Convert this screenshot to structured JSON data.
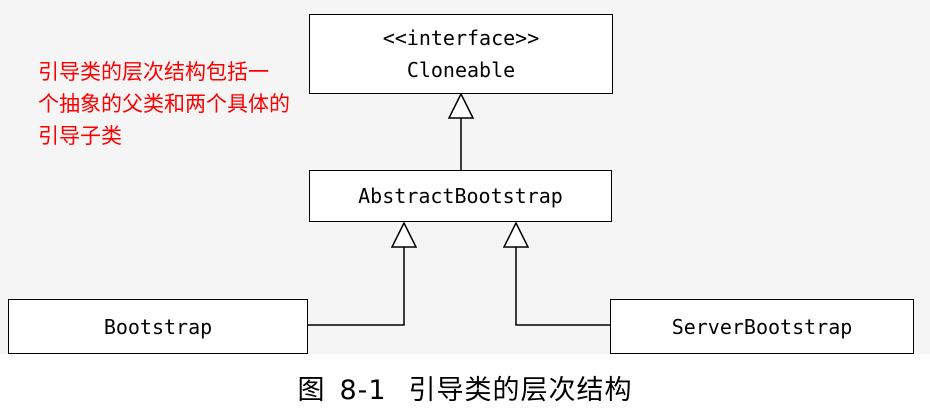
{
  "diagram": {
    "interface_box": {
      "stereotype": "<<interface>>",
      "name": "Cloneable"
    },
    "abstract_box": {
      "name": "AbstractBootstrap"
    },
    "left_box": {
      "name": "Bootstrap"
    },
    "right_box": {
      "name": "ServerBootstrap"
    },
    "annotation": {
      "lines": [
        "引导类的层次结构包括一",
        "个抽象的父类和两个具体的",
        "引导子类"
      ],
      "color": "#ff0000"
    }
  },
  "caption": {
    "prefix": "图",
    "number": "8-1",
    "title": "引导类的层次结构"
  }
}
